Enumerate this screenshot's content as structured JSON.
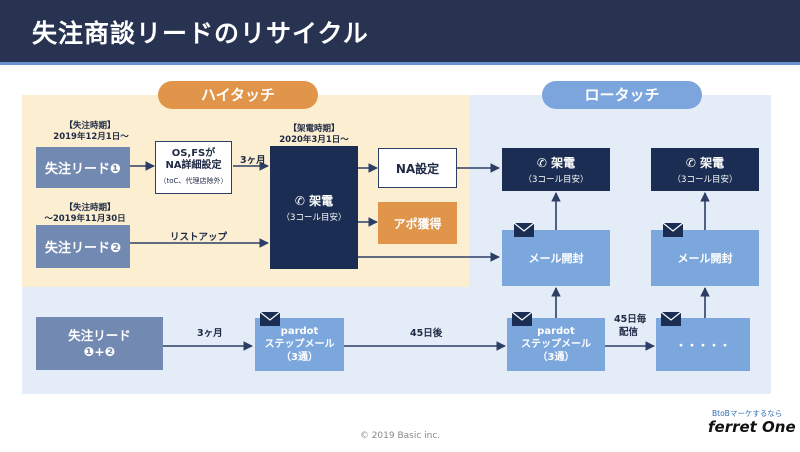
{
  "title": "失注商談リードのリサイクル",
  "sections": {
    "high_touch": "ハイタッチ",
    "low_touch": "ロータッチ"
  },
  "lead1": {
    "label": "失注リード❶",
    "period_head": "【失注時期】",
    "period": "2019年12月1日～"
  },
  "lead2": {
    "label": "失注リード❷",
    "period_head": "【失注時期】",
    "period": "～2019年11月30日"
  },
  "na_setting_box": {
    "line1": "OS,FSが",
    "line2": "NA詳細設定",
    "note": "（toC、代理店除外）"
  },
  "call_period": {
    "head": "【架電時期】",
    "date": "2020年3月1日～"
  },
  "call_main": {
    "label": "架電",
    "sub": "（3コール目安）"
  },
  "na_setting": "NA設定",
  "appo": "アポ獲得",
  "call_low1": {
    "label": "架電",
    "sub": "（3コール目安）"
  },
  "call_low2": {
    "label": "架電",
    "sub": "（3コール目安）"
  },
  "mail_open1": "メール開封",
  "mail_open2": "メール開封",
  "lead_combined": {
    "line1": "失注リード",
    "line2": "❶+❷"
  },
  "pardot1": {
    "line1": "pardot",
    "line2": "ステップメール",
    "line3": "（3通）"
  },
  "pardot2": {
    "line1": "pardot",
    "line2": "ステップメール",
    "line3": "（3通）"
  },
  "dots": "・・・・・",
  "edge_labels": {
    "three_months_top": "3ヶ月",
    "list_up": "リストアップ",
    "three_months_bottom": "3ヶ月",
    "after_45": "45日後",
    "every_45_l1": "45日毎",
    "every_45_l2": "配信"
  },
  "footer": "© 2019 Basic inc.",
  "logo": {
    "tagline": "BtoBマーケするなら",
    "name": "ferret One"
  },
  "colors": {
    "header": "#283352",
    "high_bg": "#fbeed1",
    "low_bg": "#e3ecf7",
    "orange": "#e0954a",
    "pill_blue": "#7ca5dd",
    "gray_blue": "#7289b1",
    "navy": "#1b2d52",
    "light_blue": "#7ba7dc",
    "arrow": "#2c3e66"
  }
}
